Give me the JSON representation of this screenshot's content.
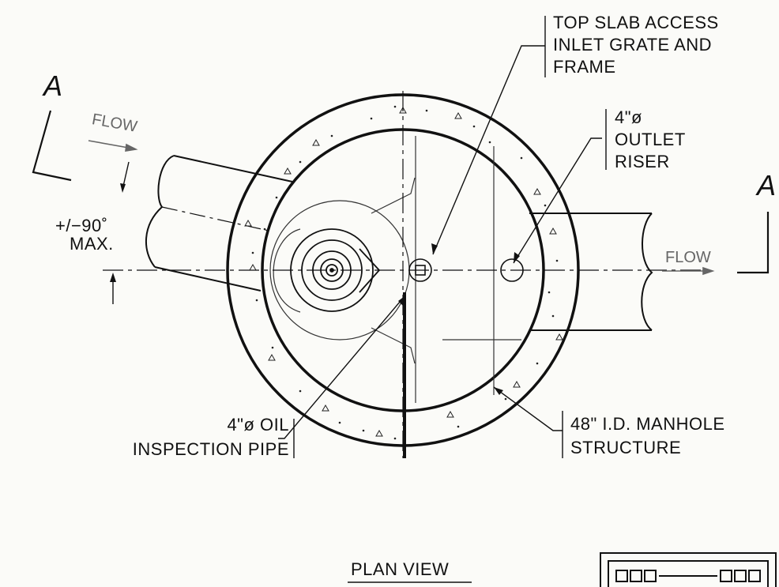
{
  "labels": {
    "section_left": "A",
    "section_right": "A",
    "flow_in": "FLOW",
    "flow_out": "FLOW",
    "angle_line1": "+/−90˚",
    "angle_line2": "MAX.",
    "grate_line1": "TOP SLAB ACCESS",
    "grate_line2": "INLET GRATE AND",
    "grate_line3": "FRAME",
    "riser_line1": "4\"ø",
    "riser_line2": "OUTLET",
    "riser_line3": "RISER",
    "oil_line1": "4\"ø OIL",
    "oil_line2": "INSPECTION PIPE",
    "manhole_line1": "48\" I.D. MANHOLE",
    "manhole_line2": "STRUCTURE",
    "view_title": "PLAN VIEW"
  },
  "colors": {
    "ink": "#111111",
    "paper": "#fbfbf8",
    "flow_text": "#666666"
  }
}
